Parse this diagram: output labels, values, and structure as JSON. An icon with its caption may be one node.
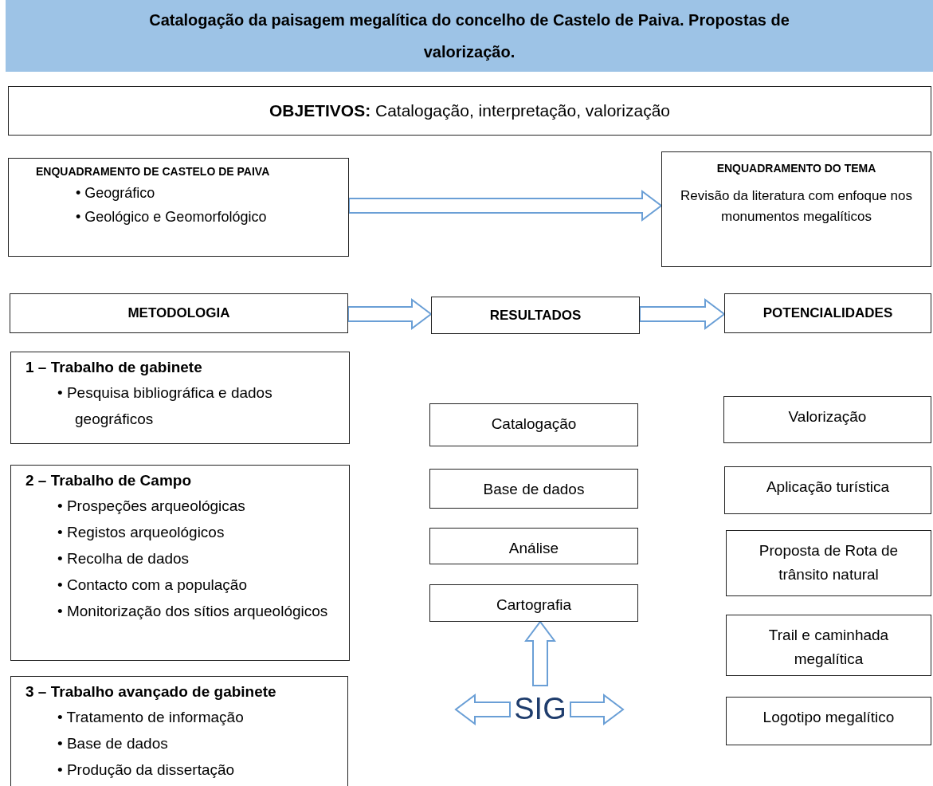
{
  "diagram": {
    "title": "Catalogação da paisagem megalítica do concelho de Castelo de Paiva. Propostas de valorização.",
    "nodes": [
      {
        "text": [
          "**OBJETIVOS:** Catalogação, interpretação, valorização"
        ]
      },
      {
        "text": [
          "ENQUADRAMENTO DE CASTELO DE PAIVA",
          "• Geográfico",
          "• Geológico e Geomorfológico"
        ]
      },
      {
        "text": [
          "ENQUADRAMENTO DO TEMA",
          "Revisão da literatura com enfoque nos monumentos megalíticos"
        ]
      },
      {
        "text": [
          "METODOLOGIA"
        ]
      },
      {
        "text": [
          "RESULTADOS"
        ]
      },
      {
        "text": [
          "POTENCIALIDADES"
        ]
      },
      {
        "text": [
          "1 – Trabalho de gabinete",
          "• Pesquisa bibliográfica e dados geográficos"
        ]
      },
      {
        "text": [
          "2 – Trabalho de Campo",
          "• Prospeções arqueológicas",
          "• Registos arqueológicos",
          "• Recolha de dados",
          "• Contacto com a população",
          "• Monitorização dos sítios arqueológicos"
        ]
      },
      {
        "text": [
          "3 – Trabalho avançado de gabinete",
          "• Tratamento de informação",
          "• Base de dados",
          "• Produção da dissertação"
        ]
      },
      {
        "text": [
          "Catalogação"
        ]
      },
      {
        "text": [
          "Base de dados"
        ]
      },
      {
        "text": [
          "Análise"
        ]
      },
      {
        "text": [
          "Cartografia"
        ]
      },
      {
        "text": [
          "SIG"
        ]
      },
      {
        "text": [
          "Valorização"
        ]
      },
      {
        "text": [
          "Aplicação turística"
        ]
      },
      {
        "text": [
          "Proposta de Rota de trânsito natural"
        ]
      },
      {
        "text": [
          "Trail e caminhada megalítica"
        ]
      },
      {
        "text": [
          "Logotipo megalítico"
        ]
      }
    ],
    "edges": [
      {
        "from": 1,
        "to": 2,
        "arrow": "to"
      },
      {
        "from": 3,
        "to": 4,
        "arrow": "to"
      },
      {
        "from": 4,
        "to": 5,
        "arrow": "to"
      },
      {
        "from": 13,
        "to": 12,
        "arrow": "to"
      },
      {
        "from": 13,
        "to": null,
        "arrow": "to"
      },
      {
        "from": 13,
        "to": null,
        "arrow": "to"
      }
    ]
  }
}
